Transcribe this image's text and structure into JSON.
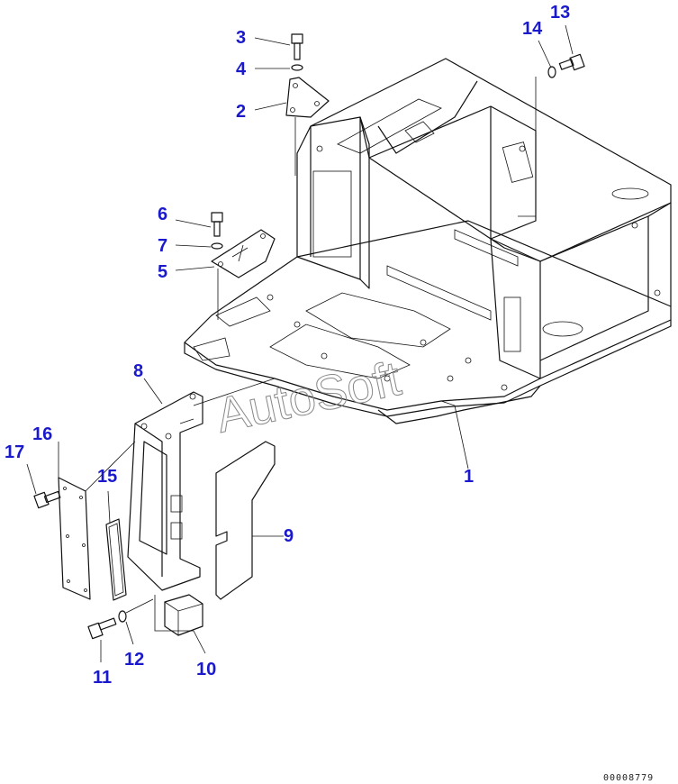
{
  "callouts": [
    {
      "id": "c1",
      "text": "1"
    },
    {
      "id": "c2",
      "text": "2"
    },
    {
      "id": "c3",
      "text": "3"
    },
    {
      "id": "c4",
      "text": "4"
    },
    {
      "id": "c5",
      "text": "5"
    },
    {
      "id": "c6",
      "text": "6"
    },
    {
      "id": "c7",
      "text": "7"
    },
    {
      "id": "c8",
      "text": "8"
    },
    {
      "id": "c9",
      "text": "9"
    },
    {
      "id": "c10",
      "text": "10"
    },
    {
      "id": "c11",
      "text": "11"
    },
    {
      "id": "c12",
      "text": "12"
    },
    {
      "id": "c13",
      "text": "13"
    },
    {
      "id": "c14",
      "text": "14"
    },
    {
      "id": "c15",
      "text": "15"
    },
    {
      "id": "c16",
      "text": "16"
    },
    {
      "id": "c17",
      "text": "17"
    }
  ],
  "watermark": "AutoSoft",
  "document_number": "00008779",
  "colors": {
    "callout": "#1a1acc",
    "line": "#111111",
    "watermark": "#888888"
  }
}
